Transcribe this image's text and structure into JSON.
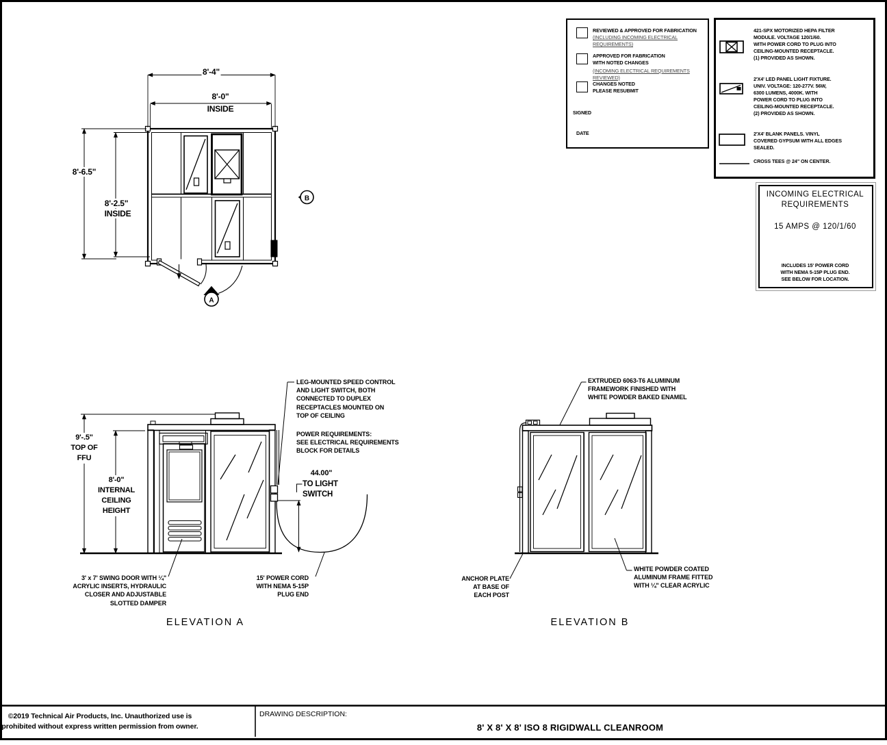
{
  "colors": {
    "line": "#000000",
    "background": "#ffffff"
  },
  "plan": {
    "dim_width_outer": "8'-4\"",
    "dim_width_inner": "8'-0\"",
    "dim_width_inner_note": "INSIDE",
    "dim_height_outer": "8'-6.5\"",
    "dim_height_inner": "8'-2.5\"",
    "dim_height_inner_note": "INSIDE",
    "marker_a": "A",
    "marker_b": "B"
  },
  "elevation_a": {
    "title": "ELEVATION A",
    "dim_top_of_ffu": "9'-.5\"\nTOP OF\nFFU",
    "dim_ceiling": "8'-0\"\nINTERNAL\nCEILING\nHEIGHT",
    "callout_switch": "LEG-MOUNTED SPEED CONTROL\nAND LIGHT SWITCH, BOTH\nCONNECTED TO DUPLEX\nRECEPTACLES MOUNTED ON\nTOP OF CEILING",
    "callout_power": "POWER REQUIREMENTS:\nSEE ELECTRICAL REQUIREMENTS\nBLOCK FOR DETAILS",
    "dim_switch_height": "44.00\"",
    "dim_switch_label": "TO LIGHT\nSWITCH",
    "label_door": "3' x 7' SWING DOOR WITH ¼\"\nACRYLIC INSERTS, HYDRAULIC\nCLOSER AND ADJUSTABLE\nSLOTTED DAMPER",
    "label_cord": "15' POWER CORD\nWITH NEMA 5-15P\nPLUG END"
  },
  "elevation_b": {
    "title": "ELEVATION B",
    "callout_frame": "EXTRUDED 6063-T6 ALUMINUM\nFRAMEWORK FINISHED WITH\nWHITE POWDER BAKED ENAMEL",
    "label_anchor": "ANCHOR PLATE\nAT BASE OF\nEACH POST",
    "label_acrylic": "WHITE POWDER COATED\nALUMINUM FRAME FITTED\nWITH ¼\" CLEAR ACRYLIC"
  },
  "approval_block": {
    "item1_title": "REVIEWED & APPROVED FOR FABRICATION",
    "item1_sub": "(INCLUDING INCOMING ELECTRICAL REQUIREMENTS)",
    "item2_title": "APPROVED FOR FABRICATION\nWITH NOTED CHANGES",
    "item2_sub": "(INCOMING ELECTRICAL REQUIREMENTS REVIEWED)",
    "item3_title": "CHANGES NOTED\nPLEASE RESUBMIT",
    "signed_label": "SIGNED",
    "date_label": "DATE"
  },
  "legend": {
    "item1": "421-SPX  MOTORIZED HEPA FILTER\nMODULE. VOLTAGE 120/1/60.\nWITH POWER CORD TO PLUG INTO\nCEILING-MOUNTED RECEPTACLE.\n(1) PROVIDED AS SHOWN.",
    "item2": "2'X4' LED PANEL LIGHT FIXTURE.\nUNIV. VOLTAGE: 120-277V.  56W,\n6300 LUMENS, 4000K. WITH\nPOWER CORD TO PLUG INTO\nCEILING-MOUNTED RECEPTACLE.\n(2) PROVIDED AS SHOWN.",
    "item3": "2'X4' BLANK PANELS. VINYL\nCOVERED GYPSUM WITH ALL EDGES\nSEALED.",
    "item4": "CROSS TEES @ 24\" ON CENTER."
  },
  "electrical_block": {
    "title": "INCOMING ELECTRICAL\nREQUIREMENTS",
    "rating": "15 AMPS @ 120/1/60",
    "note": "INCLUDES 15' POWER CORD\nWITH NEMA 5-15P PLUG END.\nSEE BELOW FOR LOCATION."
  },
  "title_block": {
    "copyright": "©2019 Technical Air Products, Inc.  Unauthorized use is\nprohibited without express written permission from owner.",
    "description_label": "DRAWING DESCRIPTION:",
    "description_value": "8' X 8' X 8' ISO 8 RIGIDWALL CLEANROOM"
  }
}
